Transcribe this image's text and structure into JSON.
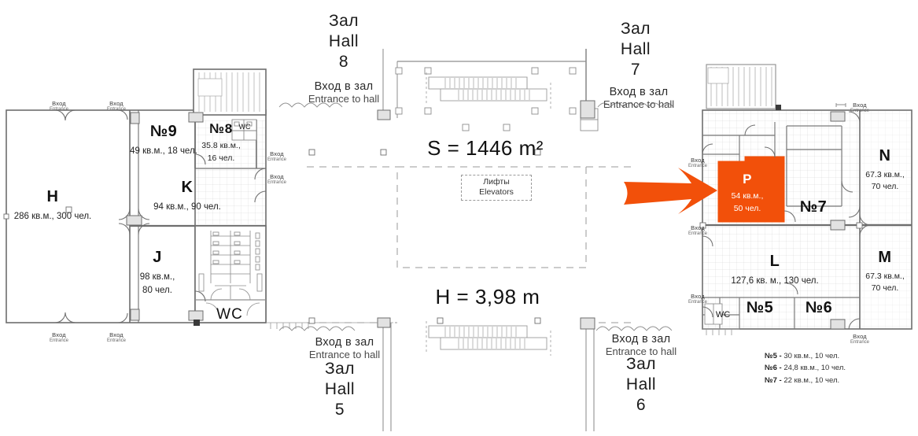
{
  "plan": {
    "title": "Exhibition floor plan",
    "total_area_label": "S = 1446 m²",
    "height_label": "H = 3,98 m",
    "accent_color": "#F2500A",
    "wall_color": "#6e6e6e",
    "grid_color": "#c9c9c9"
  },
  "elevators": {
    "ru": "Лифты",
    "en": "Elevators"
  },
  "halls": [
    {
      "id": "hall-8",
      "ru": "Зал",
      "en": "Hall",
      "num": "8"
    },
    {
      "id": "hall-7",
      "ru": "Зал",
      "en": "Hall",
      "num": "7"
    },
    {
      "id": "hall-5",
      "ru": "Зал",
      "en": "Hall",
      "num": "5"
    },
    {
      "id": "hall-6",
      "ru": "Зал",
      "en": "Hall",
      "num": "6"
    }
  ],
  "hall_entrances": [
    {
      "id": "entrance-hall-8",
      "ru": "Вход в зал",
      "en": "Entrance to hall"
    },
    {
      "id": "entrance-hall-7",
      "ru": "Вход в зал",
      "en": "Entrance to hall"
    },
    {
      "id": "entrance-hall-5",
      "ru": "Вход в зал",
      "en": "Entrance to hall"
    },
    {
      "id": "entrance-hall-6",
      "ru": "Вход в зал",
      "en": "Entrance to hall"
    }
  ],
  "entrances": [
    {
      "id": "entrance-1",
      "ru": "Вход",
      "en": "Entrance"
    },
    {
      "id": "entrance-2",
      "ru": "Вход",
      "en": "Entrance"
    },
    {
      "id": "entrance-3",
      "ru": "Вход",
      "en": "Entrance"
    },
    {
      "id": "entrance-4",
      "ru": "Вход",
      "en": "Entrance"
    },
    {
      "id": "entrance-5",
      "ru": "Вход",
      "en": "Entrance"
    },
    {
      "id": "entrance-6",
      "ru": "Вход",
      "en": "Entrance"
    },
    {
      "id": "entrance-7",
      "ru": "Вход",
      "en": "Entrance"
    },
    {
      "id": "entrance-8",
      "ru": "Вход",
      "en": "Entrance"
    },
    {
      "id": "entrance-9",
      "ru": "Вход",
      "en": "Entrance"
    },
    {
      "id": "entrance-10",
      "ru": "Вход",
      "en": "Entrance"
    },
    {
      "id": "entrance-11",
      "ru": "Вход",
      "en": "Entrance"
    }
  ],
  "rooms": [
    {
      "id": "room-H",
      "letter": "H",
      "area": "286 кв.м., 300 чел.",
      "highlight": false
    },
    {
      "id": "room-K",
      "letter": "K",
      "area": "94 кв.м., 90 чел.",
      "highlight": false
    },
    {
      "id": "room-J",
      "letter": "J",
      "area": "98 кв.м.,\n80 чел.",
      "highlight": false
    },
    {
      "id": "room-9",
      "letter": "№9",
      "area": "49 кв.м., 18 чел.",
      "highlight": false
    },
    {
      "id": "room-8",
      "letter": "№8",
      "area": "35.8 кв.м.,\n16 чел.",
      "highlight": false
    },
    {
      "id": "room-P",
      "letter": "P",
      "area": "54 кв.м.,\n50 чел.",
      "highlight": true
    },
    {
      "id": "room-L",
      "letter": "L",
      "area": "127,6 кв. м., 130 чел.",
      "highlight": false
    },
    {
      "id": "room-N",
      "letter": "N",
      "area": "67.3 кв.м.,\n70 чел.",
      "highlight": false
    },
    {
      "id": "room-M",
      "letter": "M",
      "area": "67.3 кв.м.,\n70 чел.",
      "highlight": false
    },
    {
      "id": "room-7",
      "letter": "№7",
      "area": "",
      "highlight": false
    },
    {
      "id": "room-5",
      "letter": "№5",
      "area": "",
      "highlight": false
    },
    {
      "id": "room-6",
      "letter": "№6",
      "area": "",
      "highlight": false
    }
  ],
  "room_labels": {
    "H": "H",
    "H_area": "286 кв.м., 300 чел.",
    "K": "K",
    "K_area": "94 кв.м., 90 чел.",
    "J": "J",
    "J_area_1": "98 кв.м.,",
    "J_area_2": "80 чел.",
    "N9": "№9",
    "N9_area": "49 кв.м., 18 чел.",
    "N8": "№8",
    "N8_area_1": "35.8 кв.м.,",
    "N8_area_2": "16 чел.",
    "P": "P",
    "P_area_1": "54 кв.м.,",
    "P_area_2": "50 чел.",
    "L": "L",
    "L_area": "127,6 кв. м., 130 чел.",
    "N": "N",
    "N_area_1": "67.3 кв.м.,",
    "N_area_2": "70 чел.",
    "M": "M",
    "M_area_1": "67.3 кв.м.,",
    "M_area_2": "70 чел.",
    "N7": "№7",
    "N5": "№5",
    "N6": "№6",
    "WC_main": "WC",
    "WC_top": "WC",
    "WC_right": "WC"
  },
  "legend": {
    "rows": [
      {
        "key": "№5 -",
        "value": "30 кв.м., 10 чел."
      },
      {
        "key": "№6 -",
        "value": "24,8 кв.м., 10 чел."
      },
      {
        "key": "№7 -",
        "value": "22 кв.м., 10 чел."
      }
    ]
  },
  "annotation": {
    "arrow": "pointer-arrow-to-room-P"
  }
}
